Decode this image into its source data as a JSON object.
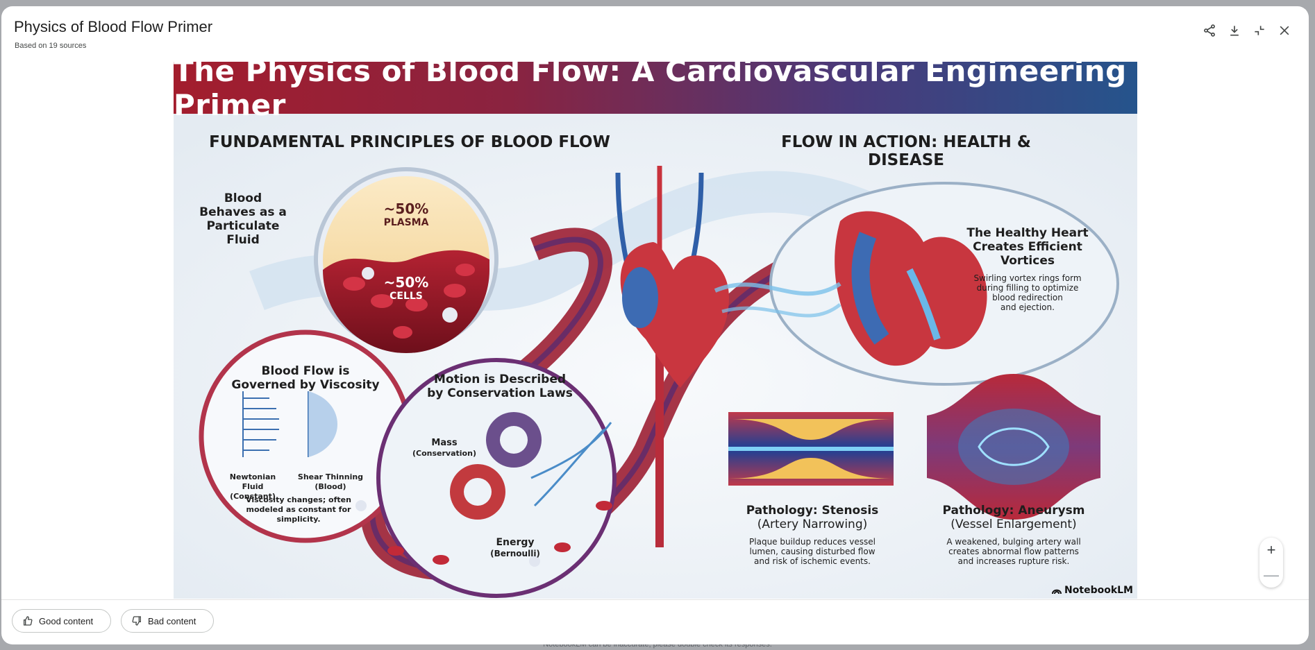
{
  "header": {
    "title": "Physics of Blood Flow Primer",
    "subtitle": "Based on 19 sources",
    "icons": [
      "share-icon",
      "download-icon",
      "collapse-icon",
      "close-icon"
    ]
  },
  "infographic": {
    "banner": "The Physics of Blood Flow: A Cardiovascular Engineering Primer",
    "left_heading": "FUNDAMENTAL PRINCIPLES OF BLOOD FLOW",
    "right_heading": "FLOW IN ACTION: HEALTH & DISEASE",
    "particulate": [
      "Blood",
      "Behaves as a",
      "Particulate Fluid"
    ],
    "plasma_pct": "~50%",
    "plasma_label": "PLASMA",
    "cells_pct": "~50%",
    "cells_label": "CELLS",
    "viscosity_title": [
      "Blood Flow is",
      "Governed by Viscosity"
    ],
    "newtonian": [
      "Newtonian Fluid",
      "(Constant)"
    ],
    "shear": [
      "Shear Thinning",
      "(Blood)"
    ],
    "viscosity_note": [
      "Viscosity changes; often",
      "modeled as constant for",
      "simplicity."
    ],
    "motion_title": [
      "Motion is Described",
      "by Conservation Laws"
    ],
    "mass": [
      "Mass",
      "(Conservation)"
    ],
    "energy": [
      "Energy",
      "(Bernoulli)"
    ],
    "healthy_title": [
      "The Healthy Heart",
      "Creates Efficient",
      "Vortices"
    ],
    "healthy_note": [
      "Swirling vortex rings form",
      "during filling to optimize",
      "blood redirection",
      "and ejection."
    ],
    "stenosis_title": [
      "Pathology: Stenosis",
      "(Artery Narrowing)"
    ],
    "stenosis_note": [
      "Plaque buildup reduces vessel",
      "lumen, causing disturbed flow",
      "and risk of ischemic events."
    ],
    "aneurysm_title": [
      "Pathology: Aneurysm",
      "(Vessel Enlargement)"
    ],
    "aneurysm_note": [
      "A weakened, bulging artery wall",
      "creates abnormal flow patterns",
      "and increases rupture risk."
    ],
    "brand": "NotebookLM"
  },
  "zoom": {
    "in": "+",
    "out": "—"
  },
  "feedback": {
    "good": "Good content",
    "bad": "Bad content"
  },
  "disclaimer": "NotebookLM can be inaccurate; please double check its responses."
}
